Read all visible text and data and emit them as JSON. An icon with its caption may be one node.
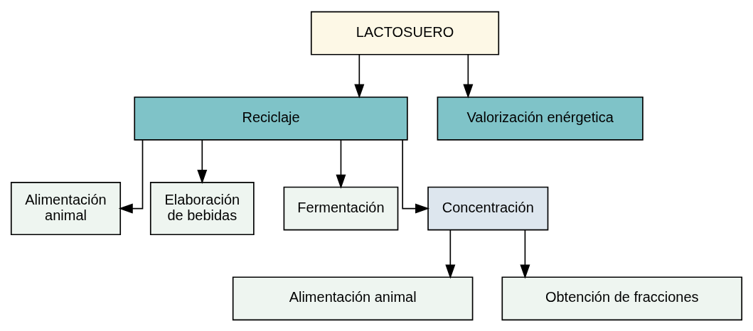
{
  "diagram": {
    "nodes": [
      {
        "text": [
          "LACTOSUERO"
        ]
      },
      {
        "text": [
          "Reciclaje"
        ]
      },
      {
        "text": [
          "Valorización enérgetica"
        ]
      },
      {
        "text": [
          "Alimentación animal"
        ]
      },
      {
        "text": [
          "Elaboración de bebidas"
        ]
      },
      {
        "text": [
          "Fermentación"
        ]
      },
      {
        "text": [
          "Concentración"
        ]
      },
      {
        "text": [
          "Alimentación animal"
        ]
      },
      {
        "text": [
          "Obtención de fracciones"
        ]
      }
    ],
    "edges": [
      {
        "from": 0,
        "to": 1,
        "arrow": "to"
      },
      {
        "from": 0,
        "to": 2,
        "arrow": "to"
      },
      {
        "from": 1,
        "to": 3,
        "arrow": "to"
      },
      {
        "from": 1,
        "to": 4,
        "arrow": "to"
      },
      {
        "from": 1,
        "to": 5,
        "arrow": "to"
      },
      {
        "from": 1,
        "to": 6,
        "arrow": "to"
      },
      {
        "from": 6,
        "to": 7,
        "arrow": "to"
      },
      {
        "from": 6,
        "to": 8,
        "arrow": "to"
      }
    ]
  }
}
